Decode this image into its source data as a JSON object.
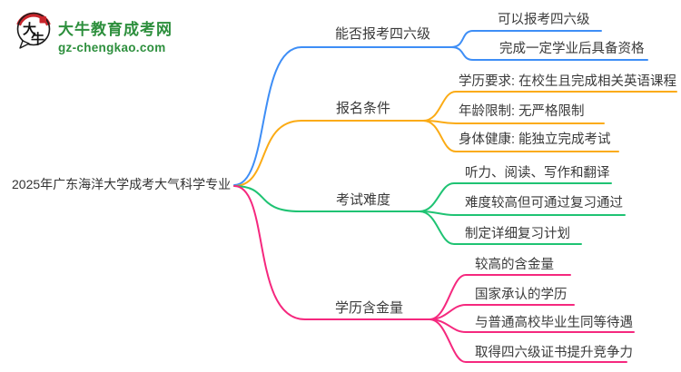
{
  "logo": {
    "icon_char1": "大",
    "icon_char2": "牛",
    "site_name": "大牛教育成考网",
    "site_url": "gz-chengkao.com",
    "brand_green": "#2d8f3d",
    "seal_red": "#c8252c"
  },
  "mindmap": {
    "text_color": "#3a3a3a",
    "root": {
      "label": "2025年广东海洋大学成考大气科学专业"
    },
    "branches": [
      {
        "label": "能否报考四六级",
        "color": "#3e8ef6",
        "children": [
          {
            "label": "可以报考四六级"
          },
          {
            "label": "完成一定学业后具备资格"
          }
        ]
      },
      {
        "label": "报名条件",
        "color": "#fbab15",
        "children": [
          {
            "label": "学历要求: 在校生且完成相关英语课程"
          },
          {
            "label": "年龄限制: 无严格限制"
          },
          {
            "label": "身体健康: 能独立完成考试"
          }
        ]
      },
      {
        "label": "考试难度",
        "color": "#1fc373",
        "children": [
          {
            "label": "听力、阅读、写作和翻译"
          },
          {
            "label": "难度较高但可通过复习通过"
          },
          {
            "label": "制定详细复习计划"
          }
        ]
      },
      {
        "label": "学历含金量",
        "color": "#f5287e",
        "children": [
          {
            "label": "较高的含金量"
          },
          {
            "label": "国家承认的学历"
          },
          {
            "label": "与普通高校毕业生同等待遇"
          },
          {
            "label": "取得四六级证书提升竞争力"
          }
        ]
      }
    ]
  }
}
